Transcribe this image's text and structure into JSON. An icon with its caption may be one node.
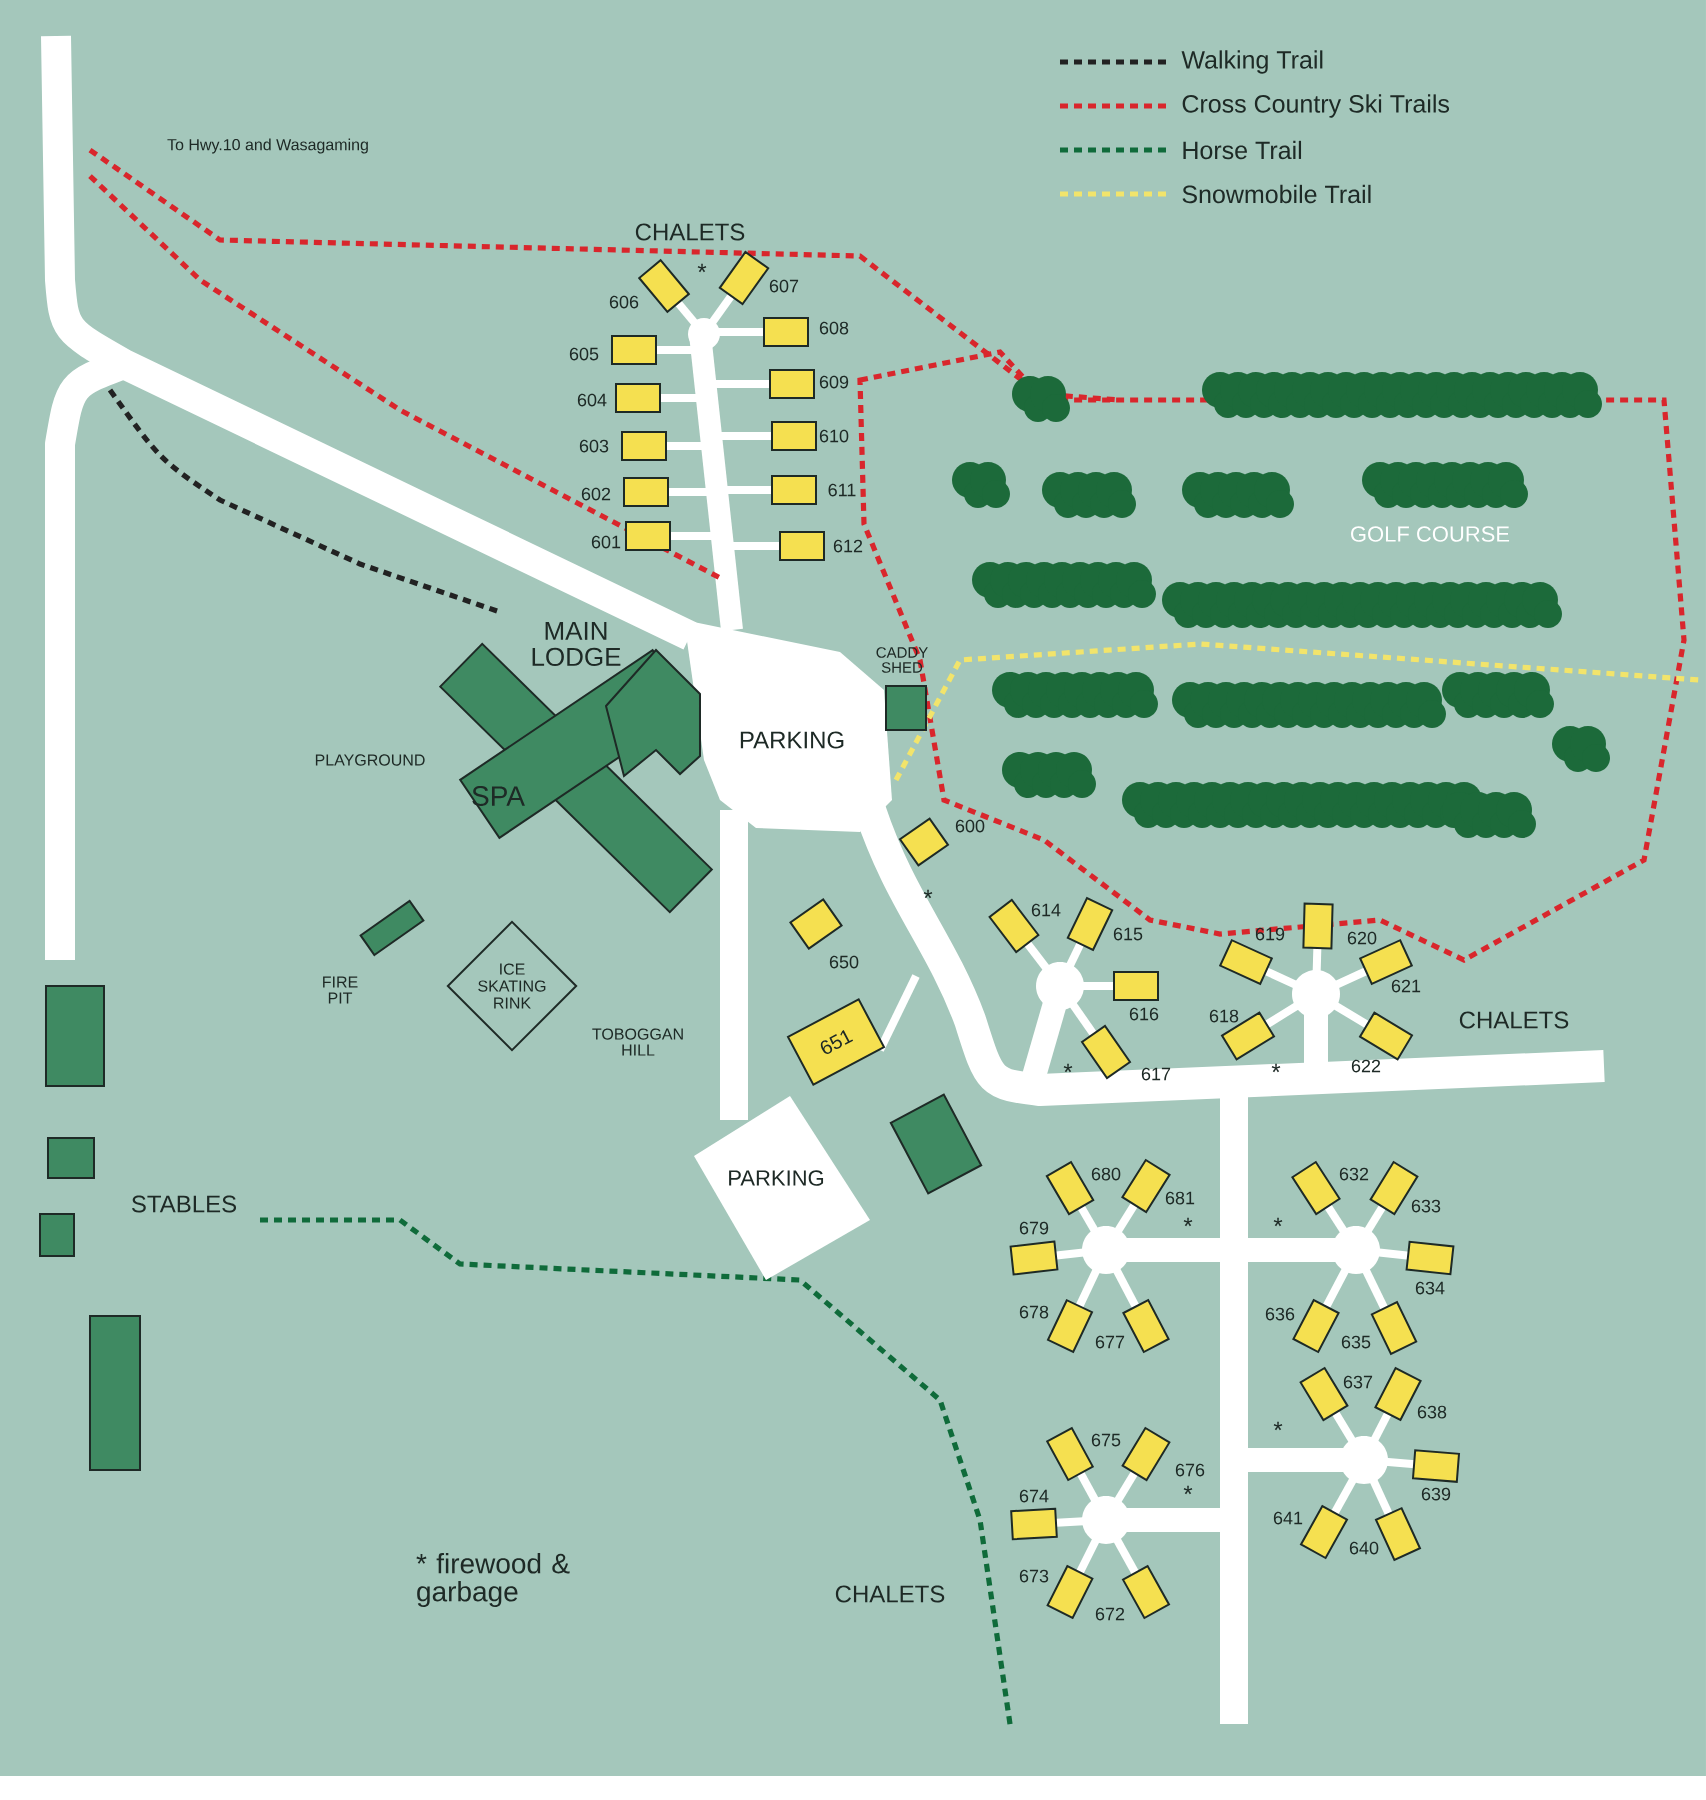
{
  "diagram": {
    "nodes": [
      {
        "text": [
          "ICE SKATING RINK"
        ]
      },
      {
        "text": [
          "651"
        ]
      },
      {
        "text": [
          "PARKING"
        ]
      }
    ],
    "labels": [
      "To Hwy.10 and Wasagaming",
      "CHALETS",
      "*",
      "606",
      "607",
      "605",
      "608",
      "604",
      "609",
      "603",
      "610",
      "602",
      "611",
      "601",
      "612",
      "GOLF COURSE",
      "MAIN LODGE",
      "CADDY SHED",
      "PLAYGROUND",
      "PARKING",
      "SPA",
      "600",
      "*",
      "650",
      "614",
      "615",
      "619",
      "620",
      "616",
      "621",
      "618",
      "CHALETS",
      "FIRE PIT",
      "TOBOGGAN HILL",
      "*",
      "617",
      "*",
      "622",
      "680",
      "681",
      "632",
      "633",
      "*",
      "*",
      "STABLES",
      "679",
      "634",
      "678",
      "677",
      "636",
      "635",
      "637",
      "638",
      "*",
      "675",
      "676",
      "*",
      "674",
      "639",
      "641",
      "640",
      "673",
      "672",
      "* firewood & garbage",
      "CHALETS"
    ],
    "legend": [
      {
        "text": "Walking Trail"
      },
      {
        "text": "Cross Country Ski Trails"
      },
      {
        "text": "Horse Trail"
      },
      {
        "text": "Snowmobile Trail"
      }
    ]
  }
}
